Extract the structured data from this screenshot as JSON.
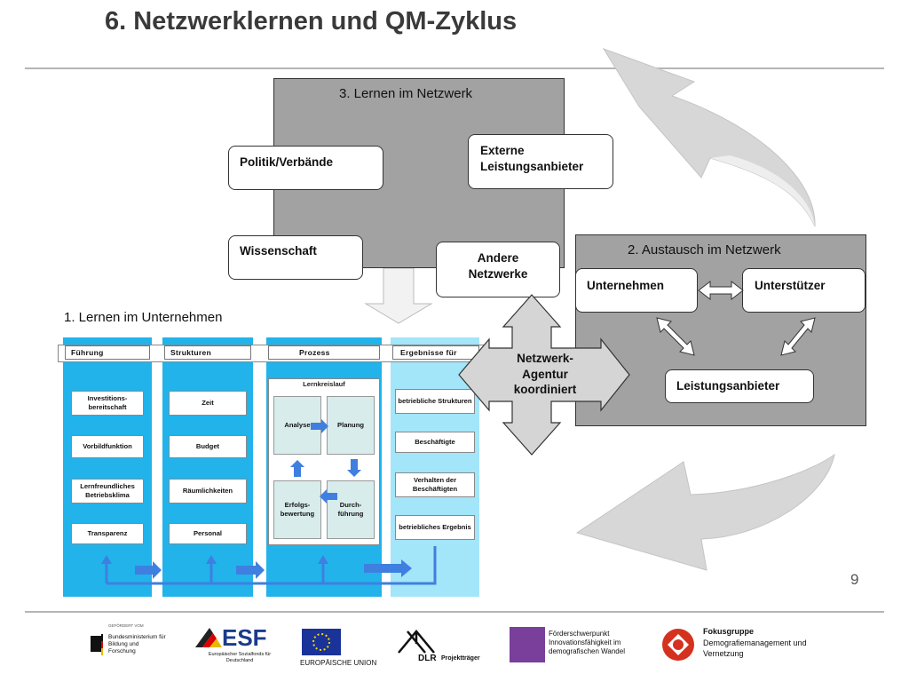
{
  "slide": {
    "title": "6. Netzwerklernen und QM-Zyklus",
    "page_number": "9"
  },
  "network_learning": {
    "title": "3. Lernen im Netzwerk",
    "boxes": {
      "politik": "Politik/Verbände",
      "externe": "Externe Leistungsanbieter",
      "wissenschaft": "Wissenschaft",
      "andere": "Andere Netzwerke"
    }
  },
  "exchange": {
    "title": "2. Austausch im Netzwerk",
    "boxes": {
      "unternehmen": "Unternehmen",
      "unterstuetzer": "Unterstützer",
      "leistungsanbieter": "Leistungsanbieter"
    }
  },
  "agency": {
    "line1": "Netzwerk-",
    "line2": "Agentur",
    "line3": "koordiniert"
  },
  "company_learning": {
    "title": "1. Lernen im Unternehmen",
    "columns": [
      {
        "header": "Führung",
        "items": [
          "Investitions-bereitschaft",
          "Vorbildfunktion",
          "Lernfreundliches Betriebsklima",
          "Transparenz"
        ]
      },
      {
        "header": "Strukturen",
        "items": [
          "Zeit",
          "Budget",
          "Räumlichkeiten",
          "Personal"
        ]
      },
      {
        "header": "Prozess",
        "subtitle": "Lernkreislauf",
        "cycle": [
          "Analyse",
          "Planung",
          "Durch-führung",
          "Erfolgs-bewertung"
        ]
      },
      {
        "header": "Ergebnisse für",
        "items": [
          "betriebliche Strukturen",
          "Beschäftigte",
          "Verhalten der Beschäftigten",
          "betriebliches Ergebnis"
        ]
      }
    ]
  },
  "footer_logos": {
    "bmbf_small": "GEFÖRDERT VOM",
    "bmbf": "Bundesministerium für Bildung und Forschung",
    "esf": "ESF",
    "esf_sub": "Europäischer Sozialfonds für Deutschland",
    "eu": "EUROPÄISCHE UNION",
    "dlr": "DLR",
    "dlr_sub": "Projektträger",
    "foerder": "Förderschwerpunkt Innovationsfähigkeit im demografischen Wandel",
    "fokus_title": "Fokusgruppe",
    "fokus_sub": "Demografiemanagement und Vernetzung"
  },
  "colors": {
    "gray_box": "#a2a2a2",
    "column_blue": "#22b3ea",
    "column_light": "#a3e5f9",
    "arrow_blue": "#3f7fe0"
  }
}
